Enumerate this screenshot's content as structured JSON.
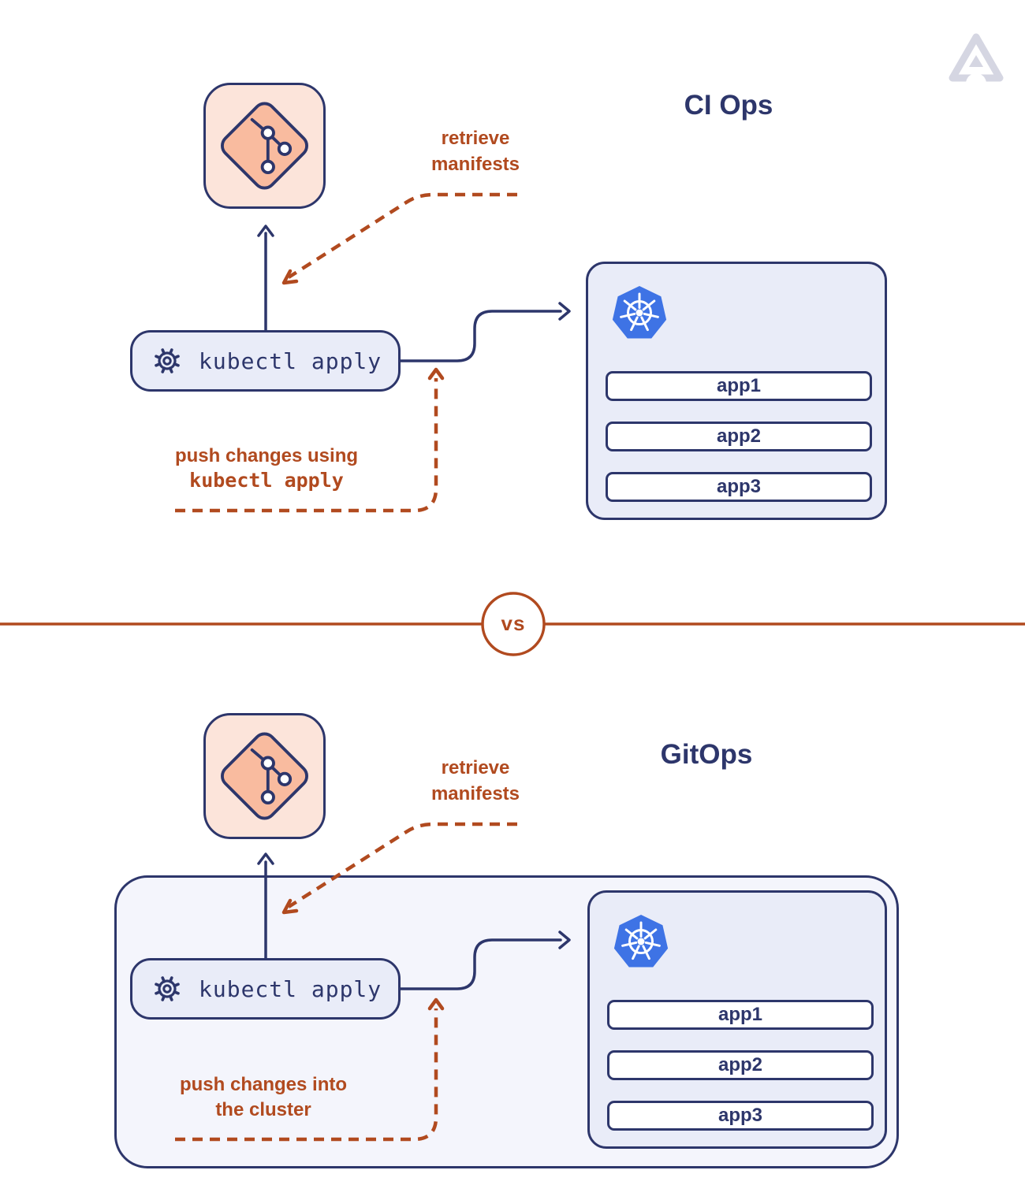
{
  "divider": {
    "label": "vs"
  },
  "brand": {
    "icon": "triangle-a-logo"
  },
  "colors": {
    "navy": "#2d366b",
    "rust": "#b14a1f",
    "lav": "#e9ecf8",
    "outer": "#f4f5fc",
    "peach": "#fce4da",
    "peachdark": "#f9bb9f",
    "k8s": "#3e73e5",
    "logo": "#d5d6e2",
    "white": "#ffffff"
  },
  "sections": [
    {
      "id": "ciops",
      "title": "CI Ops",
      "git_icon": "git-branch-icon",
      "kubectl": {
        "icon": "gear-icon",
        "label": "kubectl apply"
      },
      "cluster": {
        "icon": "kubernetes-icon",
        "apps": [
          "app1",
          "app2",
          "app3"
        ]
      },
      "annotations": {
        "retrieve": {
          "line1": "retrieve",
          "line2": "manifests"
        },
        "push": {
          "line1": "push changes using",
          "line2": "kubectl apply"
        }
      }
    },
    {
      "id": "gitops",
      "title": "GitOps",
      "git_icon": "git-branch-icon",
      "kubectl": {
        "icon": "gear-icon",
        "label": "kubectl apply"
      },
      "cluster": {
        "icon": "kubernetes-icon",
        "apps": [
          "app1",
          "app2",
          "app3"
        ]
      },
      "annotations": {
        "retrieve": {
          "line1": "retrieve",
          "line2": "manifests"
        },
        "push": {
          "line1": "push changes into",
          "line2": "the cluster"
        }
      }
    }
  ]
}
